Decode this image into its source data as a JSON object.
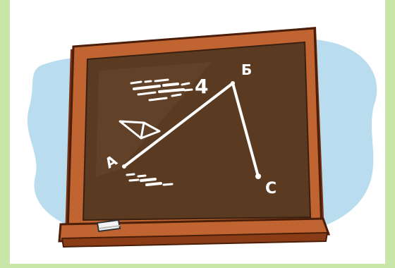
{
  "scene": {
    "colors": {
      "border_green": "#c8e6a8",
      "background": "#ffffff",
      "sky_blob": "#b9dcee",
      "frame": "#b85a2a",
      "frame_dark": "#7a3312",
      "board": "#5a3b22",
      "chalk": "#ffffff"
    },
    "board": {
      "point_labels": {
        "a": "A",
        "b": "Б",
        "c": "C"
      },
      "formula_text": "4"
    },
    "icons": [
      "chalkboard",
      "chalk-piece",
      "triangle-sketch"
    ]
  }
}
